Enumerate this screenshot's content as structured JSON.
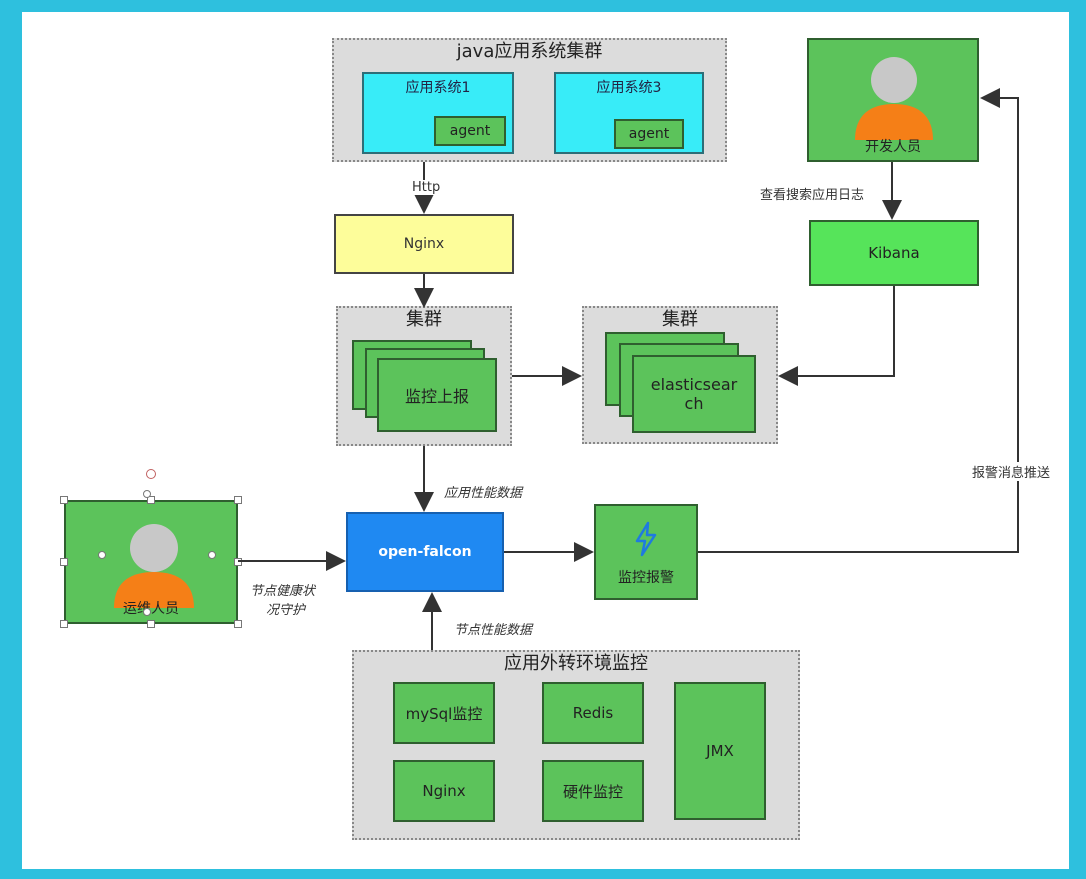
{
  "groups": {
    "java_cluster": "java应用系统集群",
    "cluster_left": "集群",
    "cluster_right": "集群",
    "env_monitor": "应用外转环境监控"
  },
  "nodes": {
    "app1": "应用系统1",
    "app3": "应用系统3",
    "agent1": "agent",
    "agent3": "agent",
    "nginx": "Nginx",
    "monitor_report": "监控上报",
    "elasticsearch_line1": "elasticsear",
    "elasticsearch_line2": "ch",
    "open_falcon": "open-falcon",
    "alert": "监控报警",
    "kibana": "Kibana",
    "developer": "开发人员",
    "ops": "运维人员",
    "mysql": "mySql监控",
    "redis": "Redis",
    "jmx": "JMX",
    "nginx2": "Nginx",
    "hardware": "硬件监控"
  },
  "edges": {
    "http": "Http",
    "app_perf": "应用性能数据",
    "node_health_1": "节点健康状",
    "node_health_2": "况守护",
    "node_perf": "节点性能数据",
    "view_logs": "查看搜索应用日志",
    "alert_push": "报警消息推送"
  },
  "colors": {
    "background": "#2ec0de",
    "green_node": "#5cc35b",
    "cyan_node": "#38ecf8",
    "yellow_node": "#fdfd9a",
    "blue_node": "#1f89f2",
    "person_body": "#f57f17",
    "person_head": "#c8c8c8"
  }
}
